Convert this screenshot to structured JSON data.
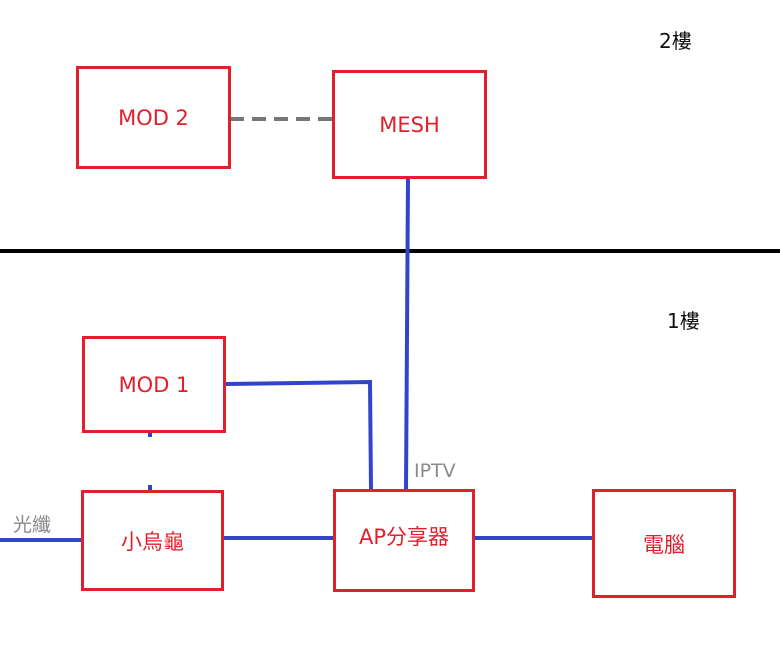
{
  "floors": {
    "upper": "2樓",
    "lower": "1樓"
  },
  "devices": {
    "mod2": "MOD 2",
    "mesh": "MESH",
    "mod1": "MOD 1",
    "turtle": "小烏龜",
    "ap": "AP分享器",
    "pc": "電腦"
  },
  "labels": {
    "iptv": "IPTV",
    "fiber": "光纖"
  },
  "colors": {
    "box_border": "#e0202c",
    "box_text": "#e0202c",
    "wire": "#3344cc",
    "dashed_link": "#777777",
    "floor_divider": "#000000",
    "label_gray": "#8a8a8a"
  }
}
